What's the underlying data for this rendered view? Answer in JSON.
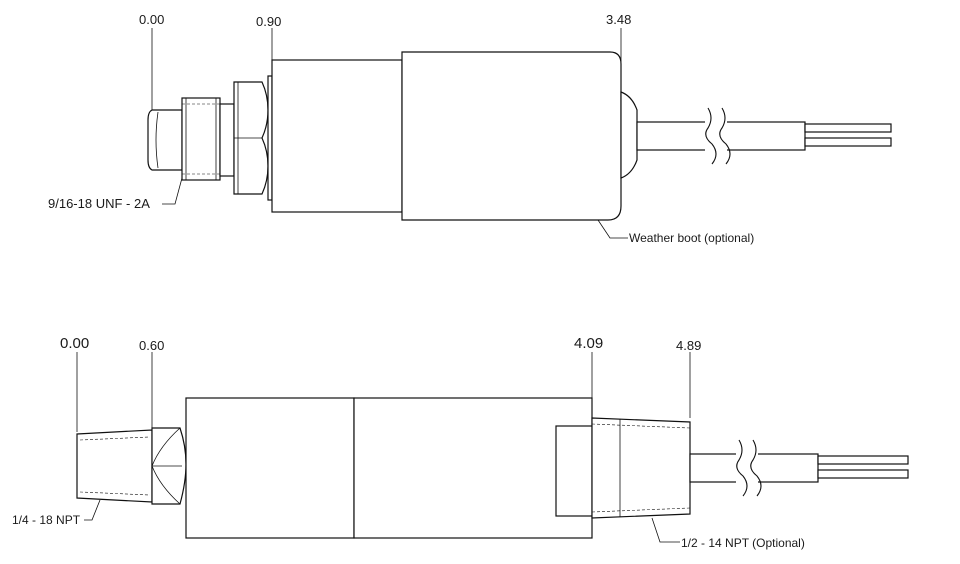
{
  "top_view": {
    "dimensions": {
      "start": "0.00",
      "hex_face": "0.90",
      "body_end": "3.48"
    },
    "thread_label": "9/16-18 UNF - 2A",
    "boot_label": "Weather boot (optional)"
  },
  "bottom_view": {
    "dimensions": {
      "start": "0.00",
      "hex_face": "0.60",
      "body_end": "4.09",
      "fitting_end": "4.89"
    },
    "thread_label": "1/4 - 18 NPT",
    "fitting_label": "1/2 - 14 NPT (Optional)"
  }
}
